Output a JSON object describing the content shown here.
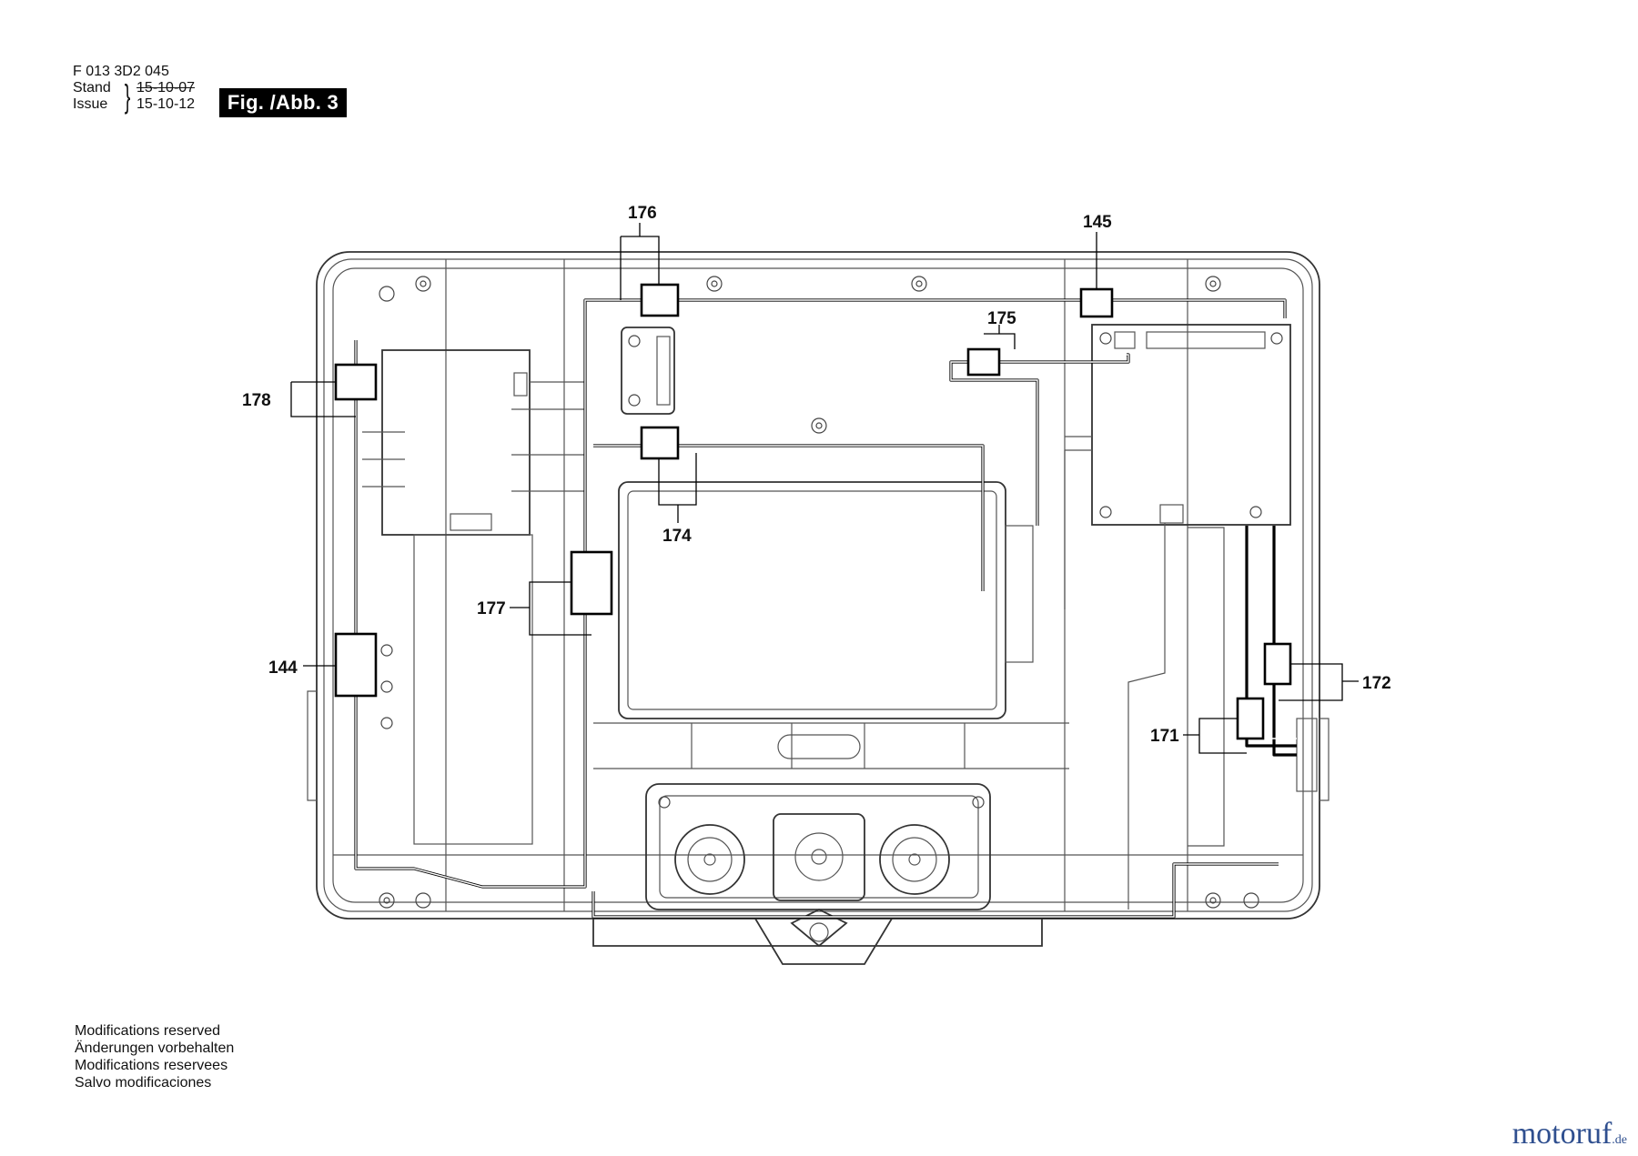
{
  "header": {
    "part_number": "F 013 3D2 045",
    "stand_label": "Stand",
    "issue_label": "Issue",
    "stand_date": "15-10-07",
    "issue_date": "15-10-12",
    "figure_label": "Fig. /Abb. 3"
  },
  "diagram": {
    "callouts": [
      {
        "id": "c176",
        "label": "176"
      },
      {
        "id": "c145",
        "label": "145"
      },
      {
        "id": "c175",
        "label": "175"
      },
      {
        "id": "c178",
        "label": "178"
      },
      {
        "id": "c174",
        "label": "174"
      },
      {
        "id": "c177",
        "label": "177"
      },
      {
        "id": "c144",
        "label": "144"
      },
      {
        "id": "c172",
        "label": "172"
      },
      {
        "id": "c171",
        "label": "171"
      }
    ]
  },
  "footer": {
    "notes": [
      "Modifications reserved",
      "Änderungen vorbehalten",
      "Modifications reservees",
      "Salvo modificaciones"
    ],
    "brand_main": "motoruf",
    "brand_tld": ".de"
  }
}
